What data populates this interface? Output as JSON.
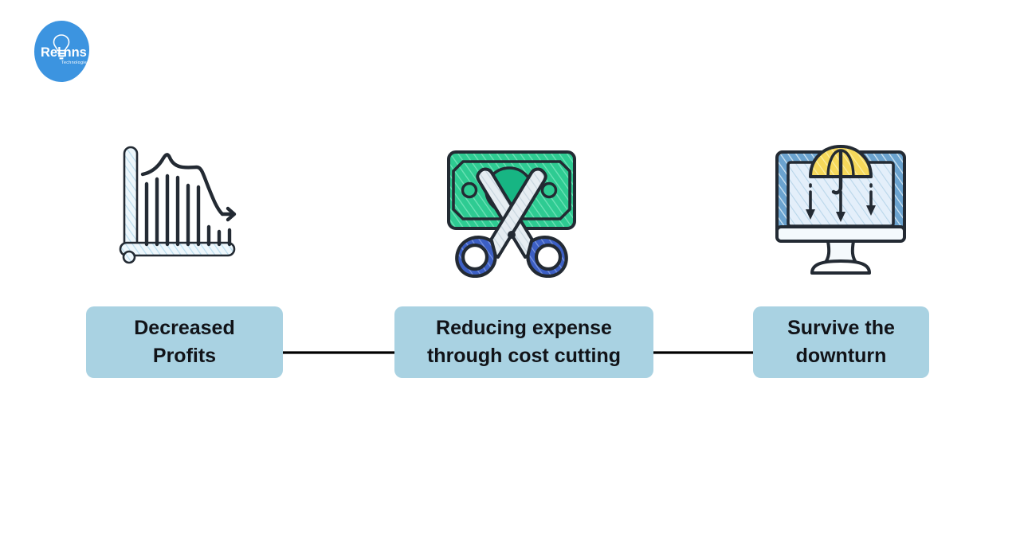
{
  "background_color": "#ffffff",
  "logo": {
    "name": "relinns-technologies-logo",
    "brand": "Relinns",
    "tagline": "Technologies",
    "blob_color": "#3c94e0",
    "text_color": "#ffffff"
  },
  "flow": {
    "steps": [
      {
        "icon_name": "declining-bar-chart-icon",
        "label": "Decreased\nProfits",
        "box_color": "#a9d2e2",
        "text_color": "#111318"
      },
      {
        "icon_name": "money-scissors-cost-cutting-icon",
        "label": "Reducing expense\nthrough cost cutting",
        "box_color": "#a9d2e2",
        "text_color": "#111318"
      },
      {
        "icon_name": "monitor-falling-arrows-umbrella-icon",
        "label": "Survive the\ndownturn",
        "box_color": "#a9d2e2",
        "text_color": "#111318"
      }
    ],
    "connectors": [
      {
        "icon_name": "right-arrow-icon",
        "color": "#000000"
      },
      {
        "icon_name": "right-arrow-icon",
        "color": "#000000"
      }
    ]
  },
  "palette": {
    "chart_axis_fill": "#d8ecf5",
    "chart_line": "#222730",
    "money_green": "#2ecb92",
    "money_green_dark": "#17a877",
    "scissors_blue": "#3c5fc4",
    "blade_silver": "#dfe7ec",
    "monitor_blue": "#6ba3cf",
    "monitor_screen": "#e2eef7",
    "coin_yellow": "#f6d85a",
    "outline_dark": "#232a33"
  }
}
